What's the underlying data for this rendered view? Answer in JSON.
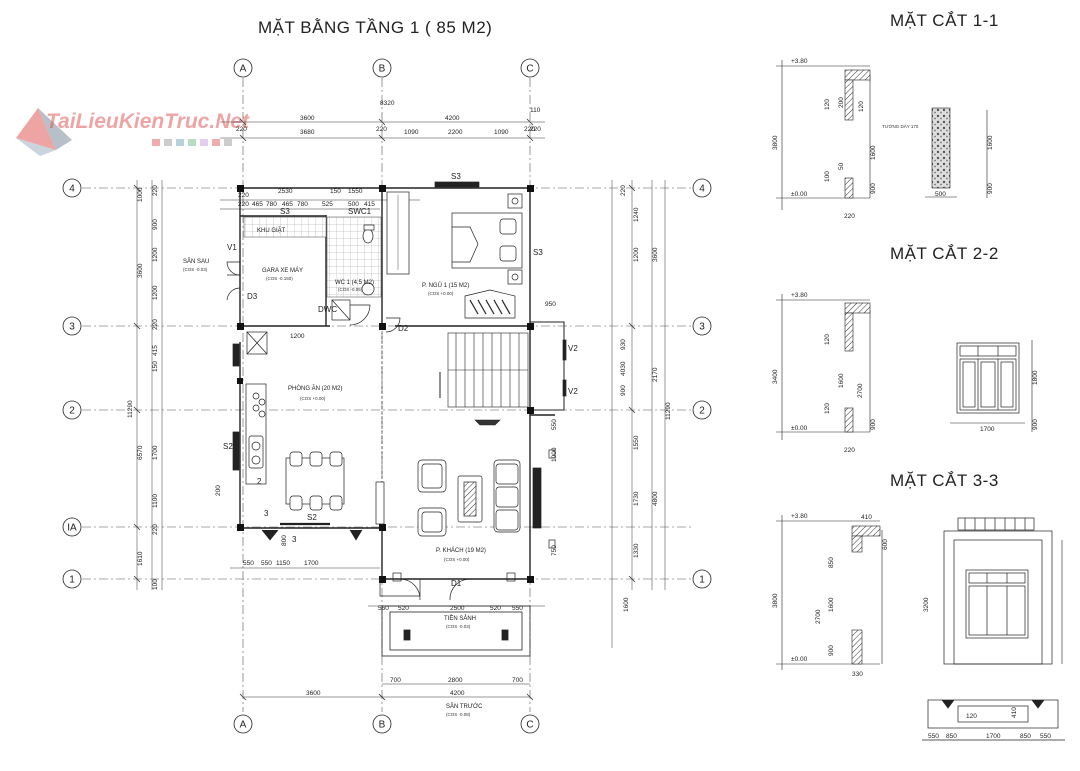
{
  "plan": {
    "title": "MẶT BẰNG TẦNG 1 ( 85 M2)",
    "grid_letters": [
      "A",
      "B",
      "C"
    ],
    "grid_numbers": [
      "4",
      "3",
      "2",
      "IA",
      "1"
    ],
    "rooms": {
      "san_sau": {
        "name": "SÂN SAU",
        "level": "(COS -0.03)"
      },
      "khu_giat": {
        "name": "KHU GIẶT"
      },
      "garage": {
        "name": "GARA XE MÁY",
        "level": "(COS -0.150)"
      },
      "wc": {
        "name": "WC 1 (4.5 M2)",
        "level": "(COS -0.05)"
      },
      "p_ngu": {
        "name": "P. NGỦ 1 (15 M2)",
        "level": "(COS +0.00)"
      },
      "phong_an": {
        "name": "PHÒNG ĂN (20 M2)",
        "level": "(COS +0.00)"
      },
      "p_khach": {
        "name": "P. KHÁCH (19 M2)",
        "level": "(COS +0.00)"
      },
      "tien_sanh": {
        "name": "TIỀN SẢNH",
        "level": "(COS -0.03)"
      },
      "san_truoc": {
        "name": "SÂN TRƯỚC",
        "level": "(COS -0.08)"
      }
    },
    "tags": {
      "s3_top": "S3",
      "s3_left": "S3",
      "s3_right": "S3",
      "swc1": "SWC1",
      "v1": "V1",
      "d3": "D3",
      "dwc": "DWC",
      "d2": "D2",
      "v2a": "V2",
      "v2b": "V2",
      "s2a": "S2",
      "s2b": "S2",
      "d1": "D1",
      "three_a": "3",
      "three_b": "3",
      "two": "2"
    },
    "dims_top": [
      "3600",
      "4200",
      "220",
      "8320",
      "3680",
      "220",
      "1090",
      "2200",
      "1090",
      "220",
      "110",
      "220"
    ],
    "dims_top2": [
      "220",
      "2530",
      "150",
      "1550",
      "220",
      "465",
      "780",
      "465",
      "780",
      "525",
      "500",
      "415"
    ],
    "dims_left": [
      "1000",
      "3600",
      "1200",
      "220",
      "415",
      "150",
      "1700",
      "1100",
      "1610",
      "11290",
      "220",
      "220",
      "100",
      "6570",
      "900",
      "1200"
    ],
    "dims_right": [
      "1240",
      "1200",
      "3600",
      "2170",
      "1550",
      "1730",
      "1330",
      "4800",
      "11290",
      "930",
      "4030",
      "900",
      "220",
      "950",
      "550",
      "1000",
      "1600",
      "750"
    ],
    "dims_bottom": [
      "550",
      "550",
      "1150",
      "1700",
      "550",
      "520",
      "2500",
      "520",
      "550",
      "700",
      "2800",
      "700",
      "3600",
      "4200",
      "1200",
      "800",
      "200"
    ]
  },
  "sections": {
    "s11": {
      "title": "MẶT CẮT 1-1",
      "levels": [
        "+3.80",
        "±0.00"
      ],
      "dims": [
        "3800",
        "120",
        "200",
        "120",
        "50",
        "100",
        "1600",
        "900",
        "900",
        "1600",
        "220",
        "500"
      ],
      "note": "TƯỜNG DÀY 170"
    },
    "s22": {
      "title": "MẶT CẮT 2-2",
      "levels": [
        "+3.80",
        "±0.00"
      ],
      "dims": [
        "3400",
        "120",
        "1600",
        "2700",
        "120",
        "900",
        "1800",
        "900",
        "1700",
        "220"
      ]
    },
    "s33": {
      "title": "MẶT CẮT 3-3",
      "levels": [
        "+3.80",
        "±0.00"
      ],
      "dims": [
        "410",
        "600",
        "850",
        "1600",
        "2700",
        "900",
        "3800",
        "3200",
        "330"
      ],
      "bottom": [
        "550",
        "850",
        "1700",
        "850",
        "550",
        "120",
        "410"
      ]
    }
  },
  "watermark": "TaiLieuKienTruc.Net",
  "colors": {
    "line": "#222222",
    "grid": "#555555",
    "tile": "#bdbdbd",
    "watermark_red": "#e25a5a",
    "watermark_bars": [
      "#e25a5a",
      "#9a9a9a",
      "#6fa6b8",
      "#6fb88a",
      "#c99adf"
    ]
  }
}
